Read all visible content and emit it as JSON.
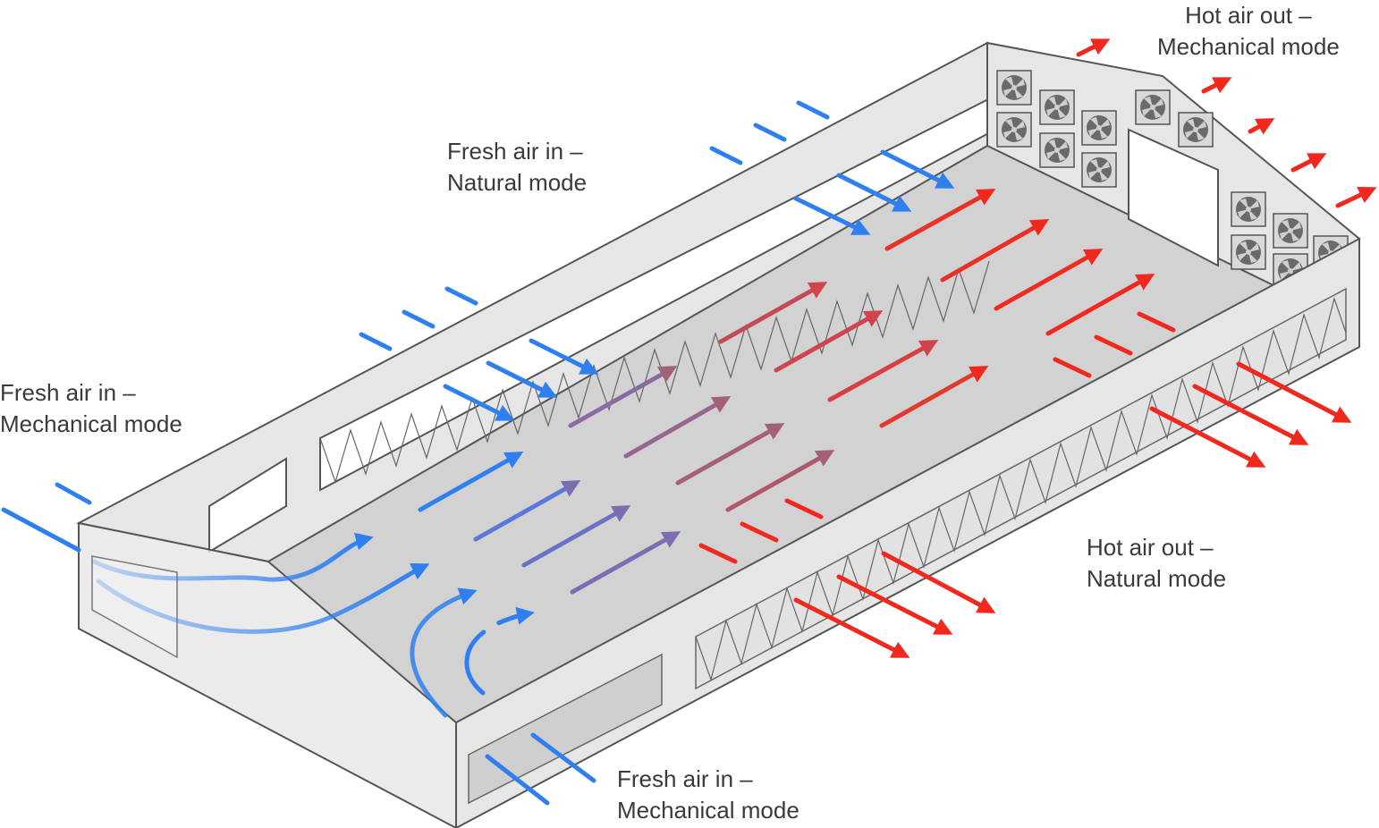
{
  "labels": {
    "fresh_natural": {
      "line1": "Fresh air in –",
      "line2": "Natural mode"
    },
    "fresh_mech_left": {
      "line1": "Fresh air in –",
      "line2": "Mechanical mode"
    },
    "fresh_mech_bottom": {
      "line1": "Fresh air in –",
      "line2": "Mechanical mode"
    },
    "hot_mech": {
      "line1": "Hot air out –",
      "line2": "Mechanical mode"
    },
    "hot_natural": {
      "line1": "Hot air out –",
      "line2": "Natural mode"
    }
  },
  "colors": {
    "fresh_air": "#2f7ff0",
    "hot_air": "#f0281e",
    "wall": "#e6e6e6",
    "floor": "#d2d2d2",
    "outline": "#555555"
  },
  "icons": [
    "fan-icon"
  ]
}
